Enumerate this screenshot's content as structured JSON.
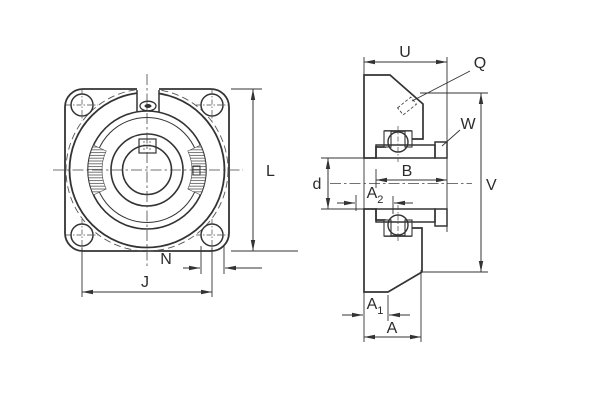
{
  "drawing_type": "bearing-flanged-unit-technical-drawing",
  "colors": {
    "line": "#333333",
    "bg": "#ffffff"
  },
  "front_view": {
    "labels": {
      "L": "L",
      "N": "N",
      "J": "J"
    }
  },
  "side_view": {
    "labels": {
      "U": "U",
      "Q": "Q",
      "W": "W",
      "B": "B",
      "V": "V",
      "d": "d",
      "A": "A",
      "A1_base": "A",
      "A1_sub": "1",
      "A2_base": "A",
      "A2_sub": "2"
    }
  }
}
